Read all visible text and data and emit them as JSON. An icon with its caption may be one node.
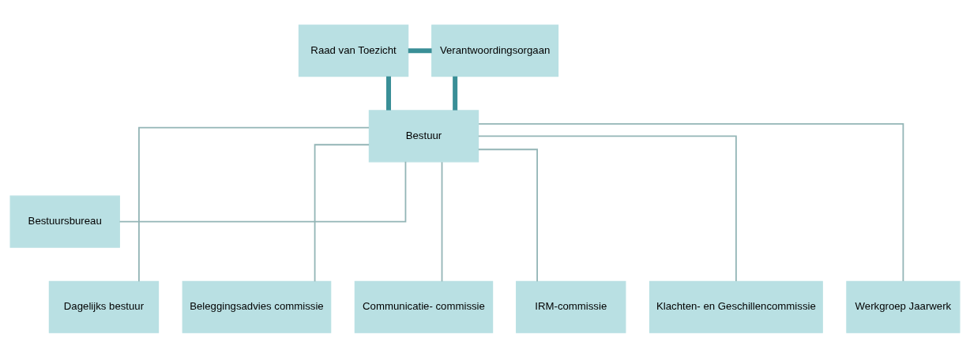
{
  "diagram": {
    "nodes": [
      {
        "text": [
          "Raad van Toezicht"
        ]
      },
      {
        "text": [
          "Verantwoordingsorgaan"
        ]
      },
      {
        "text": [
          "Bestuur"
        ]
      },
      {
        "text": [
          "Bestuursbureau"
        ]
      },
      {
        "text": [
          "Dagelijks bestuur"
        ]
      },
      {
        "text": [
          "Beleggingsadvies commissie"
        ]
      },
      {
        "text": [
          "Communicatie- commissie"
        ]
      },
      {
        "text": [
          "IRM-commissie"
        ]
      },
      {
        "text": [
          "Klachten- en Geschillencommissie"
        ]
      },
      {
        "text": [
          "Werkgroep Jaarwerk"
        ]
      }
    ],
    "edges": [
      {
        "from": 0,
        "to": 1,
        "arrow": "none",
        "style": "thick",
        "color": "#3a8f97"
      },
      {
        "from": 0,
        "to": 2,
        "arrow": "none",
        "style": "thick",
        "color": "#3a8f97"
      },
      {
        "from": 1,
        "to": 2,
        "arrow": "none",
        "style": "thick",
        "color": "#3a8f97"
      },
      {
        "from": 2,
        "to": 3,
        "arrow": "none"
      },
      {
        "from": 2,
        "to": 4,
        "arrow": "none"
      },
      {
        "from": 2,
        "to": 5,
        "arrow": "none"
      },
      {
        "from": 2,
        "to": 6,
        "arrow": "none"
      },
      {
        "from": 2,
        "to": 7,
        "arrow": "none"
      },
      {
        "from": 2,
        "to": 8,
        "arrow": "none"
      },
      {
        "from": 2,
        "to": 9,
        "arrow": "none"
      }
    ]
  }
}
